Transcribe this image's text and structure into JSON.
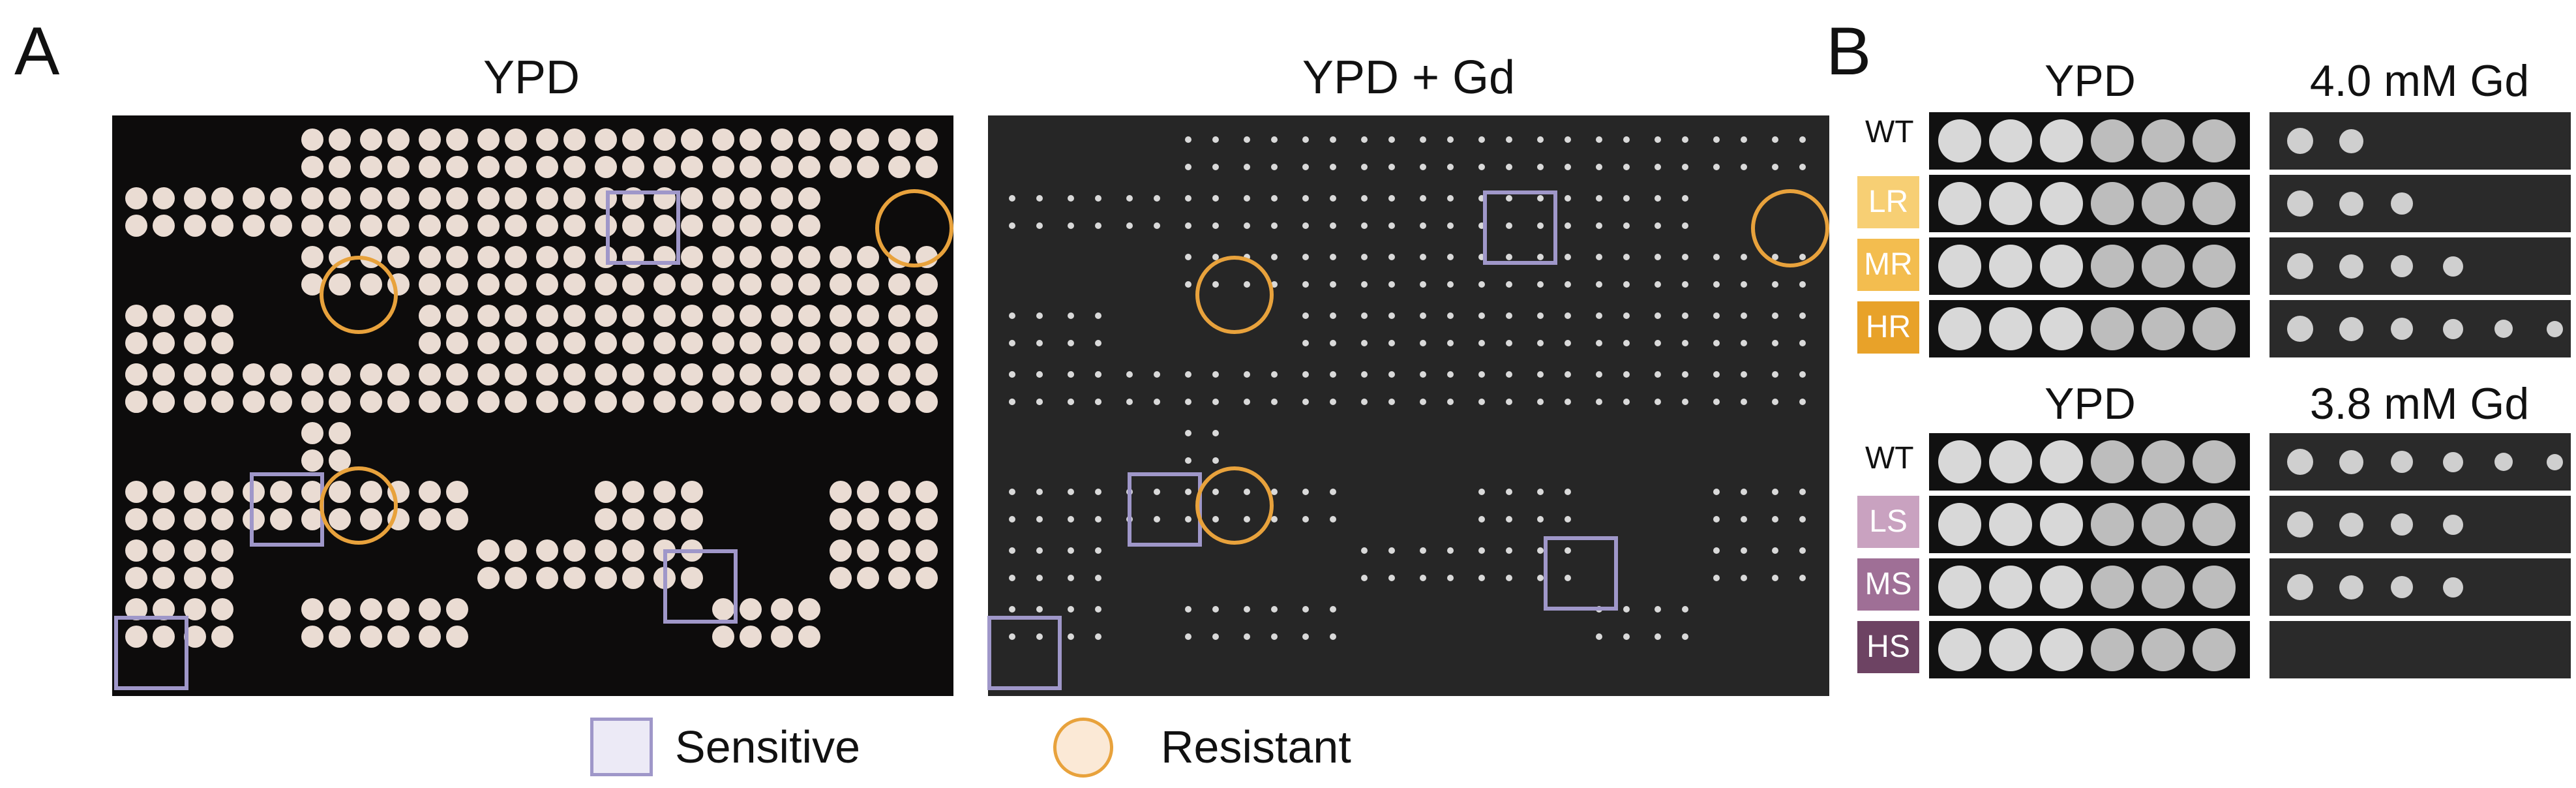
{
  "panel_a": {
    "letter": "A",
    "left_title": "YPD",
    "right_title": "YPD + Gd",
    "legend": {
      "sensitive": "Sensitive",
      "resistant": "Resistant"
    },
    "colors": {
      "sensitive": "#9f97c9",
      "resistant": "#e8a23c",
      "colony": "#eadcd3",
      "plate": "#0d0c0c"
    }
  },
  "panel_b": {
    "letter": "B",
    "top": {
      "col1": "YPD",
      "col2": "4.0 mM Gd"
    },
    "bottom": {
      "col1": "YPD",
      "col2": "3.8 mM Gd"
    },
    "top_strains": [
      {
        "label": "WT",
        "color": ""
      },
      {
        "label": "LR",
        "color": "#f7cf74"
      },
      {
        "label": "MR",
        "color": "#f3bd4f"
      },
      {
        "label": "HR",
        "color": "#e8a229"
      }
    ],
    "bottom_strains": [
      {
        "label": "WT",
        "color": ""
      },
      {
        "label": "LS",
        "color": "#c9a2c0"
      },
      {
        "label": "MS",
        "color": "#9f6f96"
      },
      {
        "label": "HS",
        "color": "#6d4363"
      }
    ],
    "top_growth_gd": [
      2,
      3,
      4,
      6
    ],
    "bottom_growth_gd": [
      6,
      4,
      4,
      0
    ]
  }
}
